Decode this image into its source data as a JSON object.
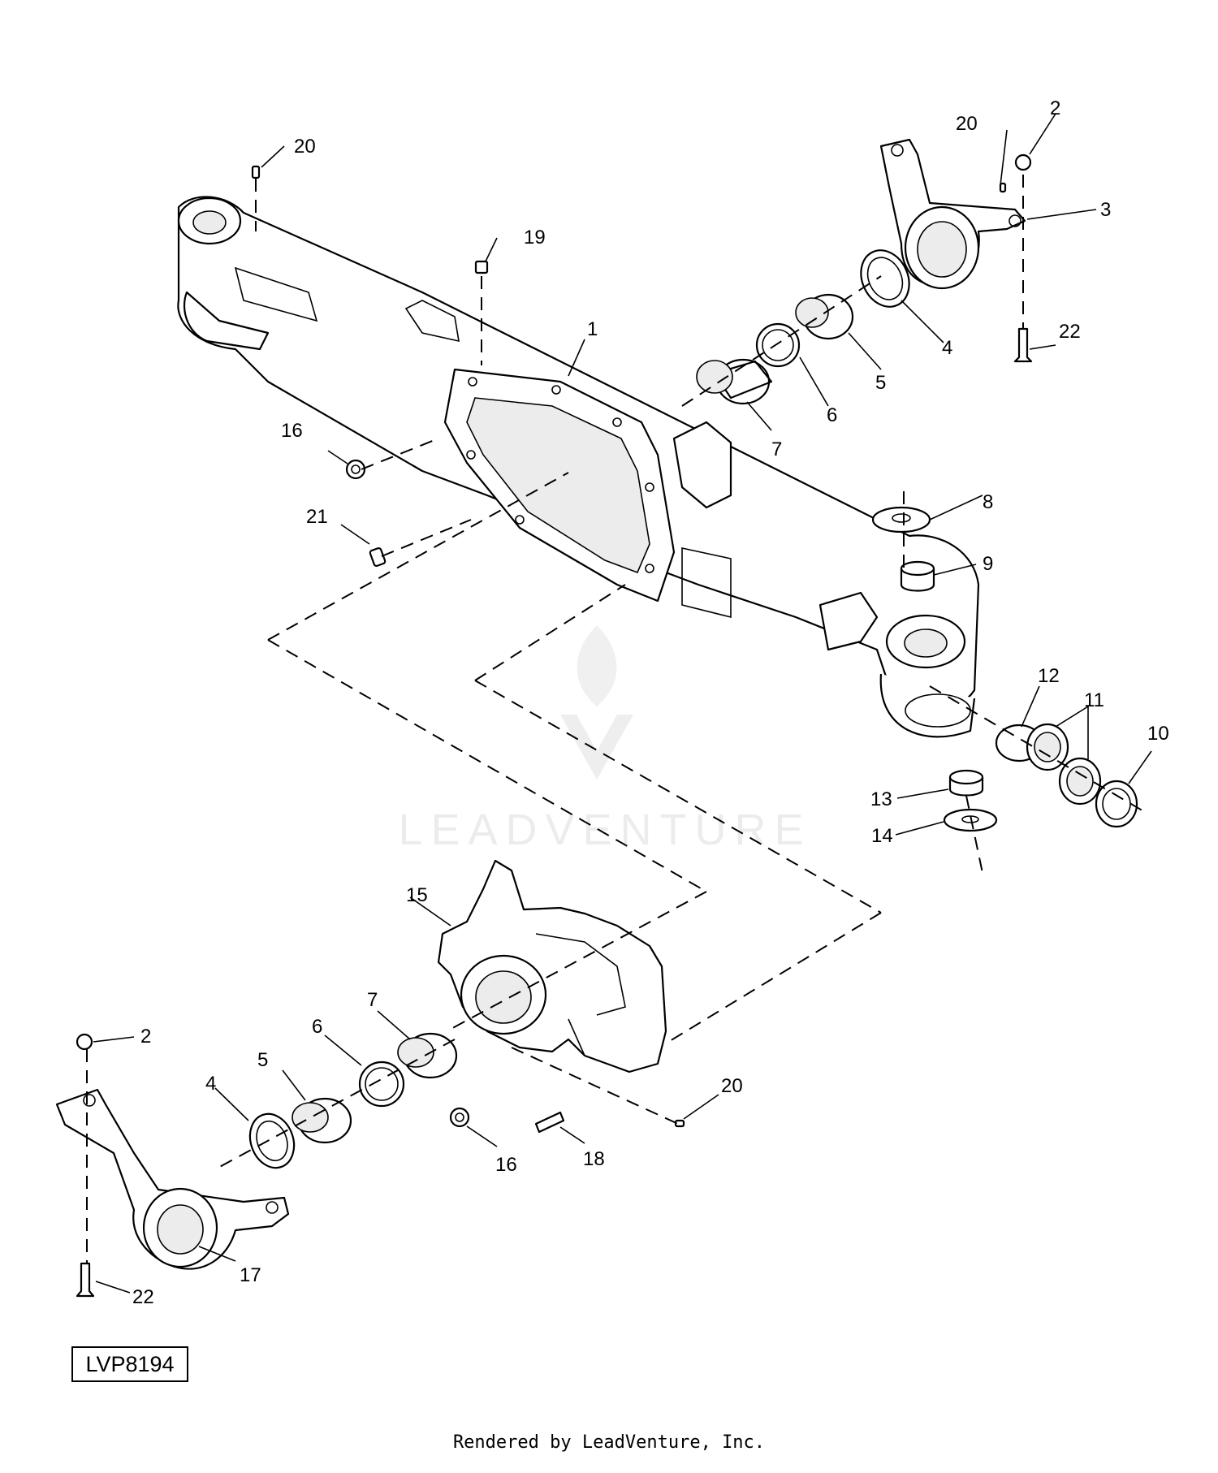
{
  "diagram": {
    "callouts": {
      "c1": "1",
      "c2a": "2",
      "c2b": "2",
      "c3": "3",
      "c4a": "4",
      "c4b": "4",
      "c5a": "5",
      "c5b": "5",
      "c6a": "6",
      "c6b": "6",
      "c7a": "7",
      "c7b": "7",
      "c8": "8",
      "c9": "9",
      "c10": "10",
      "c11": "11",
      "c12": "12",
      "c13": "13",
      "c14": "14",
      "c15": "15",
      "c16a": "16",
      "c16b": "16",
      "c17": "17",
      "c18": "18",
      "c19": "19",
      "c20a": "20",
      "c20b": "20",
      "c20c": "20",
      "c21": "21",
      "c22a": "22",
      "c22b": "22"
    },
    "figure_code": "LVP8194",
    "watermark": "LEADVENTURE",
    "footer": "Rendered by LeadVenture, Inc."
  }
}
